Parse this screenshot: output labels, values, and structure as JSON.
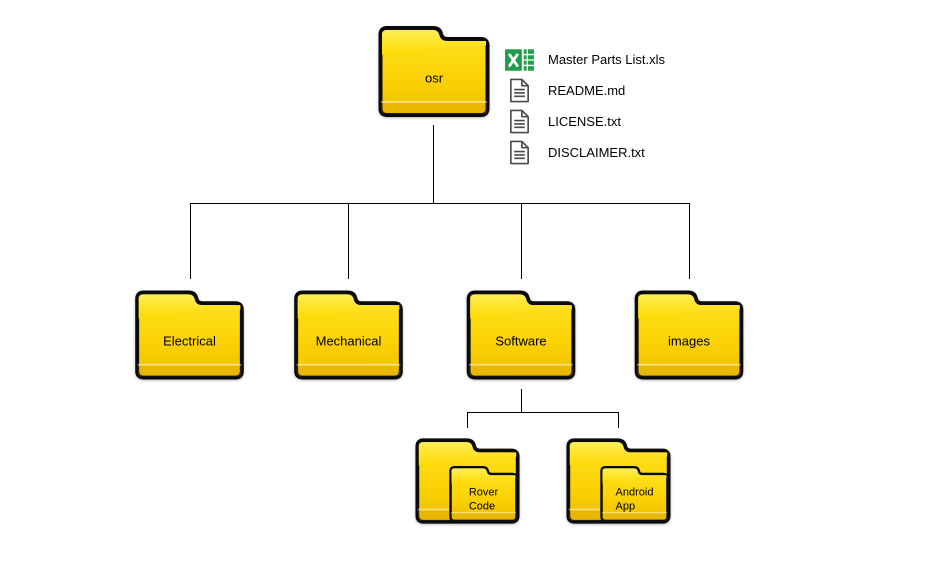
{
  "root_folder": {
    "label": "osr"
  },
  "root_files": [
    {
      "name": "Master Parts List.xls",
      "icon": "excel-file-icon"
    },
    {
      "name": "README.md",
      "icon": "document-icon"
    },
    {
      "name": "LICENSE.txt",
      "icon": "document-icon"
    },
    {
      "name": "DISCLAIMER.txt",
      "icon": "document-icon"
    }
  ],
  "subfolders": [
    {
      "label": "Electrical"
    },
    {
      "label": "Mechanical"
    },
    {
      "label": "Software"
    },
    {
      "label": "images"
    }
  ],
  "software_subfolders": [
    {
      "label_line1": "Rover",
      "label_line2": "Code"
    },
    {
      "label_line1": "Android",
      "label_line2": "App"
    }
  ],
  "colors": {
    "folder_gradient_top": "#FFE428",
    "folder_gradient_mid": "#FBD305",
    "folder_gradient_bottom": "#EFBF00",
    "folder_flap_top": "#FFEE55",
    "folder_flap_bottom": "#FFD800",
    "folder_border": "#0B0B0B",
    "connector_line": "#000000",
    "excel_green": "#1F9C4D",
    "document_icon_gray": "#4A4A4A",
    "label_text": "#000000",
    "background": "#FFFFFF"
  }
}
